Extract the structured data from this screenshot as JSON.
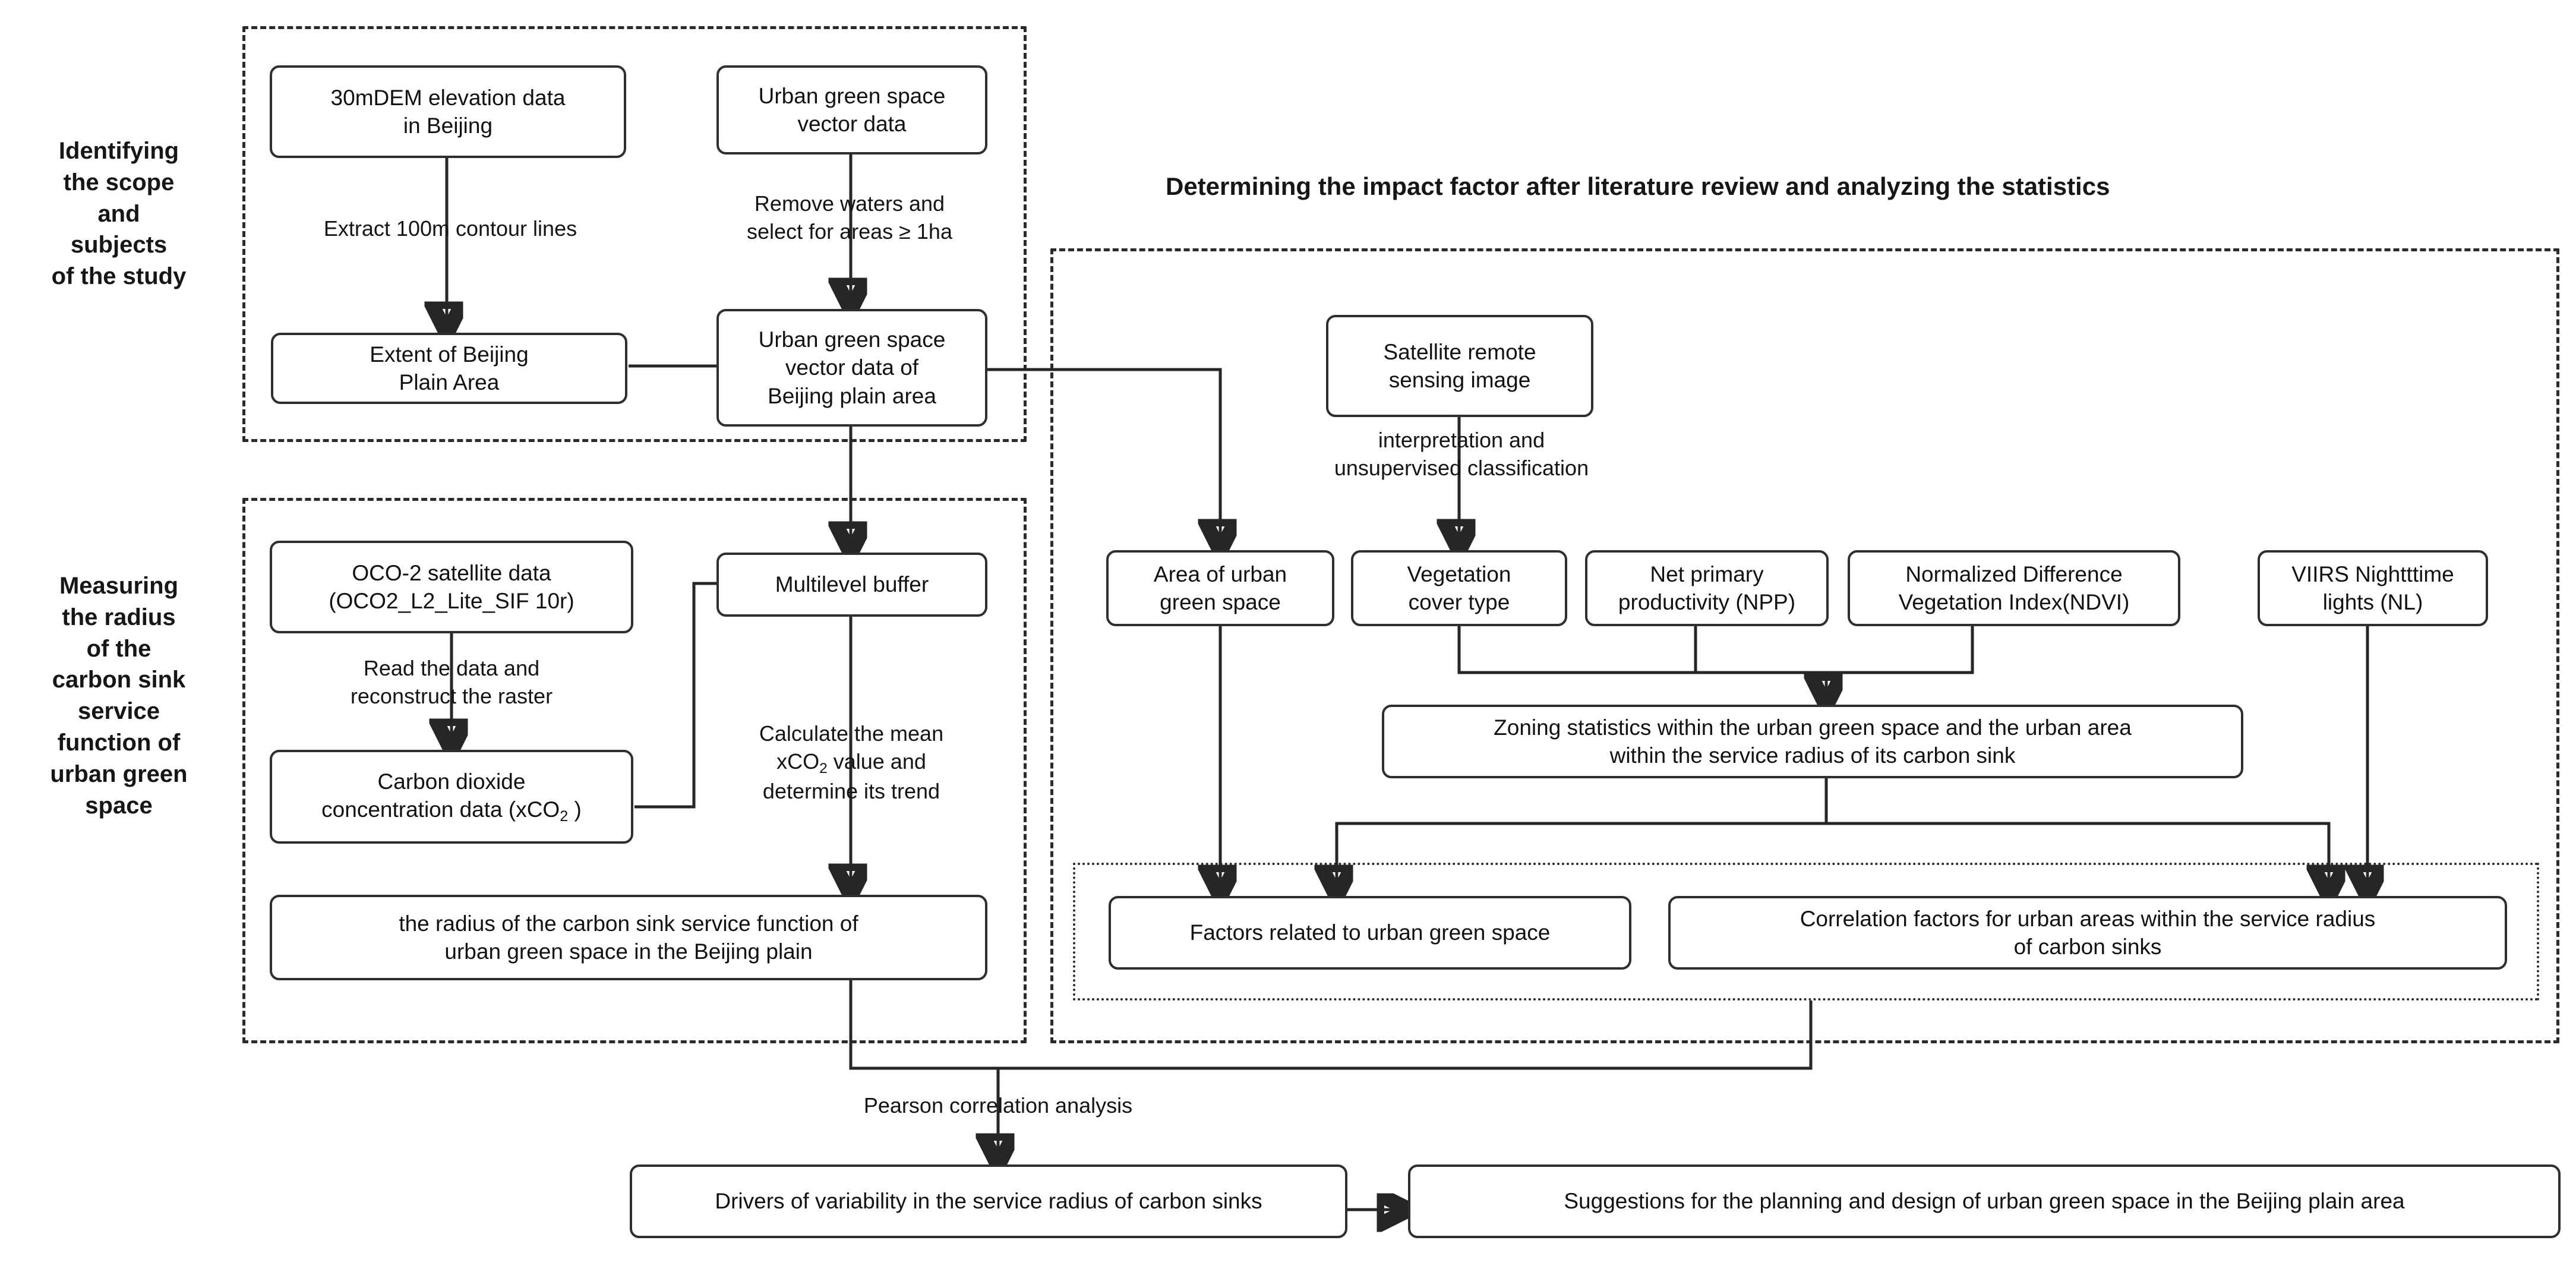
{
  "groups": [
    {
      "id": "scope",
      "label": "Identifying\nthe scope\nand\nsubjects\nof the study"
    },
    {
      "id": "radius",
      "label": "Measuring\nthe radius\nof the\ncarbon sink\nservice\nfunction of\nurban green\nspace"
    }
  ],
  "section_title": "Determining the impact factor after literature review and analyzing the statistics",
  "nodes": {
    "dem": "30mDEM elevation data\nin Beijing",
    "ugs_vector": "Urban green space\nvector data",
    "extent": "Extent of Beijing\nPlain Area",
    "ugs_plain": "Urban green space\nvector data of\nBeijing plain area",
    "oco2": "OCO-2 satellite data\n(OCO2_L2_Lite_SIF 10r)",
    "co2": "Carbon dioxide\nconcentration data (xCO2 )",
    "buffer": "Multilevel buffer",
    "radius_result": "the radius of the carbon sink service function of\nurban green space in the Beijing plain",
    "satellite": "Satellite remote\nsensing image",
    "area_ugs": "Area of urban\ngreen space",
    "veg_cover": "Vegetation\ncover type",
    "npp": "Net primary\nproductivity (NPP)",
    "ndvi": "Normalized Difference\nVegetation Index(NDVI)",
    "nl": "VIIRS Nightttime\nlights (NL)",
    "zoning": "Zoning statistics within the urban green space and the urban area\nwithin the service radius of its carbon sink",
    "factors_ugs": "Factors related to urban green space",
    "factors_urban": "Correlation factors for urban areas within the service radius\nof carbon sinks",
    "drivers": "Drivers of variability in the service radius of carbon sinks",
    "suggestions": "Suggestions for the planning and design of urban green space in the Beijing plain area"
  },
  "edge_labels": {
    "extract_contour": "Extract 100m contour lines",
    "remove_waters": "Remove waters and\nselect for areas ≥ 1ha",
    "read_reconstruct": "Read the data and\nreconstruct the raster",
    "calc_mean": "Calculate the mean\nxCO2  value and\ndetermine its trend",
    "interpretation": "interpretation and\nunsupervised classification",
    "pearson": "Pearson correlation analysis"
  },
  "colors": {
    "stroke": "#2f2f2f",
    "text": "#111111",
    "background": "#ffffff",
    "dashed_border": "#2b2b2b"
  }
}
